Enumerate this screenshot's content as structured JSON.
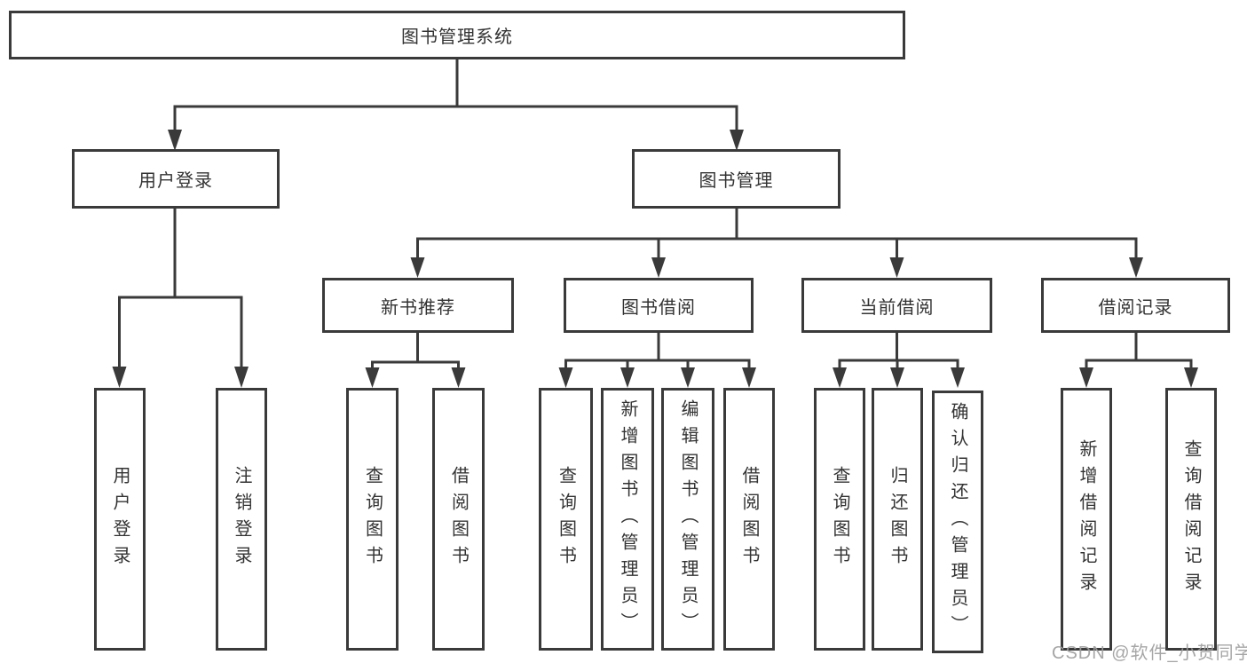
{
  "diagram_title": "图书管理系统",
  "colors": {
    "line": "#3a3a3a",
    "box_border": "#3a3a3a",
    "text": "#333333",
    "watermark": "#9e9e9e",
    "background": "#ffffff"
  },
  "nodes": {
    "root": "图书管理系统",
    "user_login": {
      "label": "用户登录",
      "children": {
        "login": "用户登录",
        "logout": "注销登录"
      }
    },
    "book_mgmt": {
      "label": "图书管理",
      "children": {
        "new_book_rec": {
          "label": "新书推荐",
          "children": {
            "query": "查询图书",
            "borrow": "借阅图书"
          }
        },
        "book_borrow": {
          "label": "图书借阅",
          "children": {
            "query": "查询图书",
            "add": "新增图书（管理员）",
            "edit": "编辑图书（管理员）",
            "borrow": "借阅图书"
          }
        },
        "current_borrow": {
          "label": "当前借阅",
          "children": {
            "query": "查询图书",
            "return": "归还图书",
            "confirm": "确认归还（管理员）"
          }
        },
        "borrow_records": {
          "label": "借阅记录",
          "children": {
            "add": "新增借阅记录",
            "query": "查询借阅记录"
          }
        }
      }
    }
  },
  "watermark": {
    "text": "CSDN @软件_小贺同学"
  }
}
